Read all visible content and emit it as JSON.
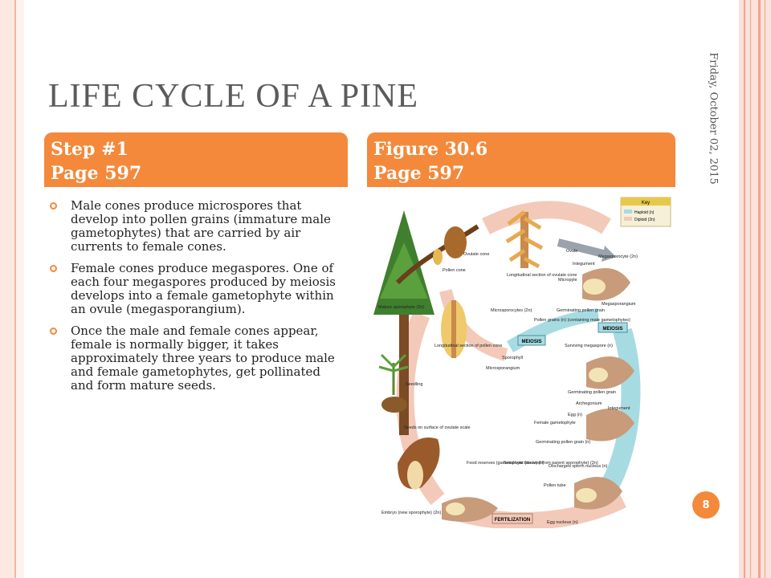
{
  "date": "Friday, October 02, 2015",
  "title": "LIFE CYCLE OF A PINE",
  "left_tab": {
    "line1": "Step #1",
    "line2": "Page 597"
  },
  "right_tab": {
    "line1": "Figure 30.6",
    "line2": "Page 597"
  },
  "bullets": [
    "Male cones produce microspores that develop into pollen grains (immature male gametophytes) that are carried by air currents to female cones.",
    "Female cones produce megaspores. One of each four megaspores produced by meiosis develops into a female gametophyte within an ovule (megasporangium).",
    "Once the male and female cones appear, female is normally bigger, it takes approximately three years to produce male and female gametophytes, get pollinated and form mature seeds."
  ],
  "page_number": "8",
  "figure": {
    "key": {
      "title": "Key",
      "haploid": "Haploid (n)",
      "diploid": "Diploid (2n)"
    },
    "labels": {
      "ovulate_cone": "Ovulate cone",
      "pollen_cone": "Pollen cone",
      "mature_sporophyte": "Mature sporophyte (2n)",
      "long_section_ovulate": "Longitudinal section of ovulate cone",
      "ovule": "Ovule",
      "megasporocyte": "Megasporocyte (2n)",
      "integument": "Integument",
      "micropyle": "Micropyle",
      "megasporangium": "Megasporangium",
      "germinating_pollen_grain": "Germinating pollen grain",
      "microsporocytes": "Microsporocytes (2n)",
      "pollen_grains": "Pollen grains (n) (containing male gametophytes)",
      "meiosis": "MEIOSIS",
      "long_section_pollen": "Longitudinal section of pollen cone",
      "sporophyll": "Sporophyll",
      "microsporangium": "Microsporangium",
      "surviving_megaspore": "Surviving megaspore (n)",
      "seedling": "Seedling",
      "archegonium": "Archegonium",
      "integument2": "Integument",
      "egg": "Egg (n)",
      "female_gametophyte": "Female gametophyte",
      "germinating_pollen_grain2": "Germinating pollen grain",
      "germinating_pollen_grain_n": "Germinating pollen grain (n)",
      "seeds_on_surface": "Seeds on surface of ovulate scale",
      "food_reserves": "Food reserves (gametophyte tissue) (n)",
      "seed_coat": "Seed coat (derived from parent sporophyte) (2n)",
      "discharged_sperm": "Discharged sperm nucleus (n)",
      "pollen_tube": "Pollen tube",
      "embryo": "Embryo (new sporophyte) (2n)",
      "fertilization": "FERTILIZATION",
      "egg_nucleus": "Egg nucleus (n)"
    }
  }
}
